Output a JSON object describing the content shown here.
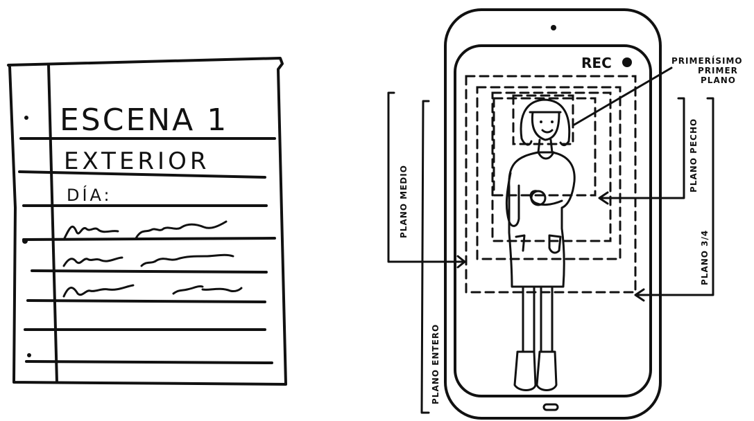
{
  "notebook": {
    "scene_title": "ESCENA 1",
    "location": "EXTERIOR",
    "time_of_day": "DÍA:"
  },
  "tablet": {
    "rec_label": "REC"
  },
  "shot_labels": {
    "extreme_closeup_line1": "PRIMERÍSIMO",
    "extreme_closeup_line2": "PRIMER",
    "extreme_closeup_line3": "PLANO",
    "chest_shot": "PLANO PECHO",
    "medium_shot": "PLANO MEDIO",
    "american_shot": "PLANO 3/4",
    "full_shot": "PLANO ENTERO"
  }
}
